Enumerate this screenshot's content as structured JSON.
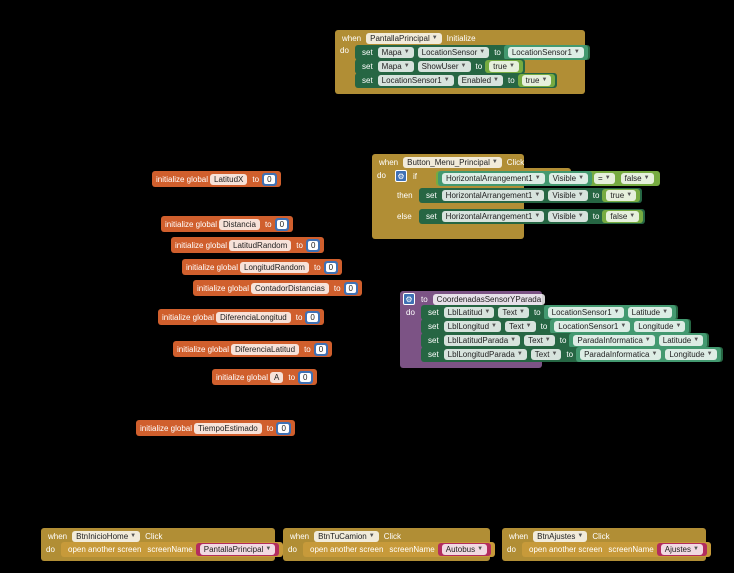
{
  "kw": {
    "when": "when",
    "do": "do",
    "set": "set",
    "to": "to",
    "init_global": "initialize global",
    "if": "if",
    "then": "then",
    "else": "else",
    "open_screen": "open another screen",
    "screen_name": "screenName",
    "initialize": "Initialize",
    "click": "Click",
    "eq": "="
  },
  "init_block": {
    "component": "PantallaPrincipal",
    "rows": [
      {
        "comp": "Mapa",
        "prop": "LocationSensor",
        "value": "LocationSensor1"
      },
      {
        "comp": "Mapa",
        "prop": "ShowUser",
        "value": "true"
      },
      {
        "comp": "LocationSensor1",
        "prop": "Enabled",
        "value": "true"
      }
    ]
  },
  "globals": [
    {
      "name": "LatitudX",
      "value": "0"
    },
    {
      "name": "Distancia",
      "value": "0"
    },
    {
      "name": "LatitudRandom",
      "value": "0"
    },
    {
      "name": "LongitudRandom",
      "value": "0"
    },
    {
      "name": "ContadorDistancias",
      "value": "0"
    },
    {
      "name": "DiferenciaLongitud",
      "value": "0"
    },
    {
      "name": "DiferenciaLatitud",
      "value": "0"
    },
    {
      "name": "A",
      "value": "0"
    },
    {
      "name": "TiempoEstimado",
      "value": "0"
    }
  ],
  "menu_block": {
    "component": "Button_Menu_Principal",
    "cond_comp": "HorizontalArrangement1",
    "cond_prop": "Visible",
    "cond_val": "false",
    "then": {
      "comp": "HorizontalArrangement1",
      "prop": "Visible",
      "value": "true"
    },
    "else": {
      "comp": "HorizontalArrangement1",
      "prop": "Visible",
      "value": "false"
    }
  },
  "proc_block": {
    "name": "CoordenadasSensorYParada",
    "rows": [
      {
        "comp": "LblLatitud",
        "prop": "Text",
        "src": "LocationSensor1",
        "src_prop": "Latitude"
      },
      {
        "comp": "LblLongitud",
        "prop": "Text",
        "src": "LocationSensor1",
        "src_prop": "Longitude"
      },
      {
        "comp": "LblLatitudParada",
        "prop": "Text",
        "src": "ParadaInformatica",
        "src_prop": "Latitude"
      },
      {
        "comp": "LblLongitudParada",
        "prop": "Text",
        "src": "ParadaInformatica",
        "src_prop": "Longitude"
      }
    ]
  },
  "nav_blocks": [
    {
      "component": "BtnInicioHome",
      "screen": "PantallaPrincipal"
    },
    {
      "component": "BtnTuCamion",
      "screen": "Autobus"
    },
    {
      "component": "BtnAjustes",
      "screen": "Ajustes"
    }
  ],
  "colors": {
    "background": "#000000",
    "event": "#b18e35",
    "variable": "#d05f2d",
    "procedure": "#7c5385",
    "setter": "#266643",
    "getter": "#439970",
    "logic": "#77ab41",
    "math": "#3f71b5",
    "text": "#b32d5e"
  }
}
